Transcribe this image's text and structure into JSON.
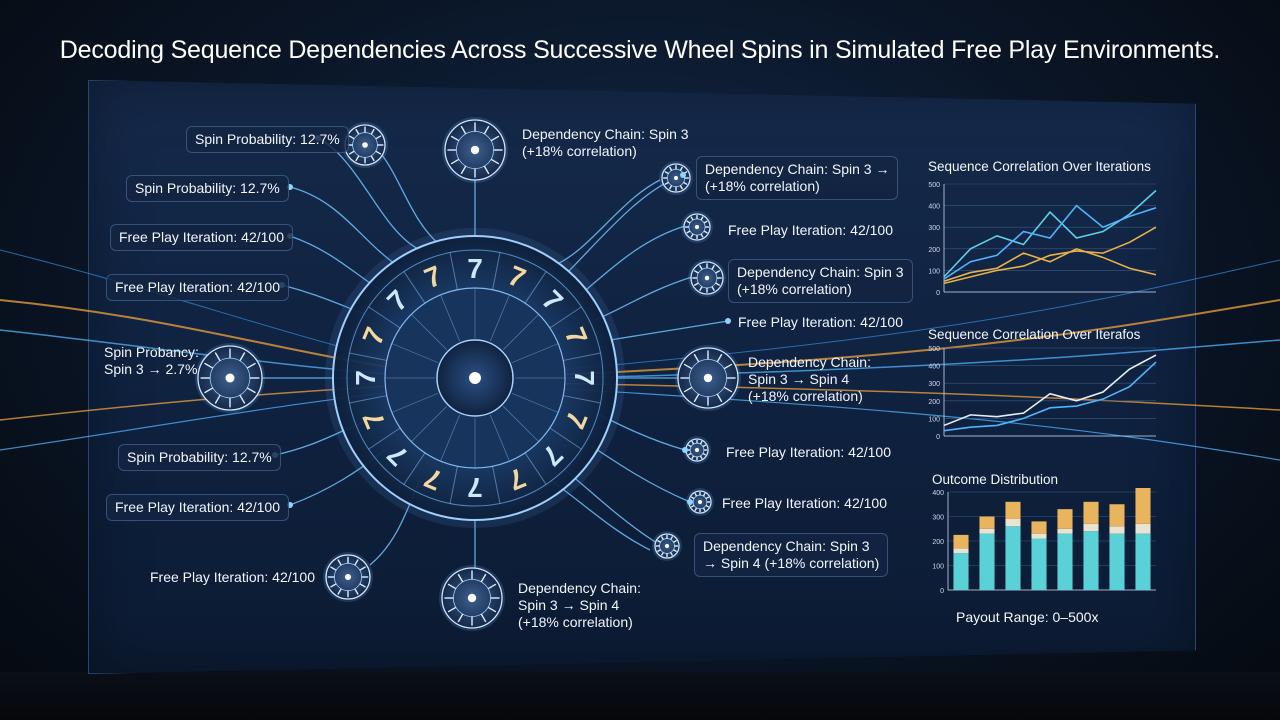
{
  "title": "Decoding Sequence Dependencies Across Successive Wheel Spins in Simulated Free Play Environments.",
  "wheel": {
    "symbols": [
      "7",
      "7",
      "7",
      "7",
      "7",
      "7",
      "7",
      "7",
      "7",
      "7",
      "7",
      "7",
      "7",
      "7",
      "7",
      "7"
    ],
    "colors": {
      "gold": "#f3d7a0",
      "blue": "#cfe6ff",
      "glow": "#4fb4ff"
    }
  },
  "labels": {
    "l1": "Spin Probability: 12.7%",
    "l2": "Spin Probability: 12.7%",
    "l3": "Free Play Iteration: 42/100",
    "l4": "Free Play Iteration: 42/100",
    "l5a": "Spin Probancy:",
    "l5b": "Spin 3 → 2.7%",
    "l6": "Spin Probability: 12.7%",
    "l7": "Free Play Iteration: 42/100",
    "l8": "Free Play Iteration: 42/100",
    "t1a": "Dependency Chain: Spin 3",
    "t1b": "(+18% correlation)",
    "b1a": "Dependency Chain:",
    "b1b": "Spin 3 → Spin 4",
    "b1c": "(+18% correlation)",
    "r1a": "Dependency Chain: Spin 3 →",
    "r1b": "(+18% correlation)",
    "r2": "Free Play Iteration: 42/100",
    "r3a": "Dependency Chain: Spin 3",
    "r3b": "(+18% correlation)",
    "r4": "Free Play Iteration: 42/100",
    "r5a": "Dependency Chain:",
    "r5b": "Spin 3 → Spin 4",
    "r5c": "(+18% correlation)",
    "r6": "Free Play Iteration: 42/100",
    "r7": "Free Play Iteration: 42/100",
    "r8a": "Dependency Chain: Spin 3",
    "r8b": "→ Spin 4 (+18% correlation)"
  },
  "chart_data": [
    {
      "type": "line",
      "title": "Sequence Correlation Over Iterations",
      "yticks": [
        "500",
        "400",
        "300",
        "200",
        "100",
        "0"
      ],
      "ylim": [
        0,
        500
      ],
      "x": [
        0,
        1,
        2,
        3,
        4,
        5,
        6,
        7,
        8
      ],
      "series": [
        {
          "values": [
            70,
            200,
            260,
            220,
            370,
            250,
            280,
            360,
            470
          ],
          "color": "#5ad1e6"
        },
        {
          "values": [
            60,
            140,
            170,
            280,
            250,
            400,
            300,
            350,
            390
          ],
          "color": "#4fb4ff"
        },
        {
          "values": [
            50,
            90,
            110,
            180,
            140,
            200,
            160,
            110,
            80
          ],
          "color": "#e8b14a"
        },
        {
          "values": [
            40,
            70,
            100,
            120,
            170,
            190,
            180,
            230,
            300
          ],
          "color": "#e8b14a"
        }
      ],
      "grid": true
    },
    {
      "type": "line",
      "title": "Sequence Correlation Over Iterafos",
      "yticks": [
        "500",
        "400",
        "300",
        "200",
        "100",
        "0"
      ],
      "ylim": [
        0,
        500
      ],
      "x": [
        0,
        1,
        2,
        3,
        4,
        5,
        6,
        7,
        8
      ],
      "series": [
        {
          "values": [
            60,
            120,
            110,
            130,
            240,
            200,
            250,
            380,
            460
          ],
          "color": "#e6eef8"
        },
        {
          "values": [
            30,
            50,
            60,
            100,
            160,
            170,
            210,
            280,
            420
          ],
          "color": "#4fb4ff"
        }
      ],
      "grid": true
    },
    {
      "type": "bar",
      "title": "Outcome Distribution",
      "yticks": [
        "400",
        "300",
        "200",
        "100",
        "0"
      ],
      "ylim": [
        0,
        400
      ],
      "stacks": [
        {
          "bottom": 150,
          "mid": 20,
          "top": 55
        },
        {
          "bottom": 230,
          "mid": 20,
          "top": 50
        },
        {
          "bottom": 260,
          "mid": 30,
          "top": 70
        },
        {
          "bottom": 210,
          "mid": 20,
          "top": 50
        },
        {
          "bottom": 230,
          "mid": 20,
          "top": 80
        },
        {
          "bottom": 240,
          "mid": 30,
          "top": 90
        },
        {
          "bottom": 230,
          "mid": 30,
          "top": 90
        },
        {
          "bottom": 230,
          "mid": 40,
          "top": 160
        }
      ],
      "colors": {
        "bottom": "#5ad1d6",
        "mid": "#e9e4d2",
        "top": "#e8b45e"
      },
      "footer": "Payout Range: 0–500x"
    }
  ]
}
